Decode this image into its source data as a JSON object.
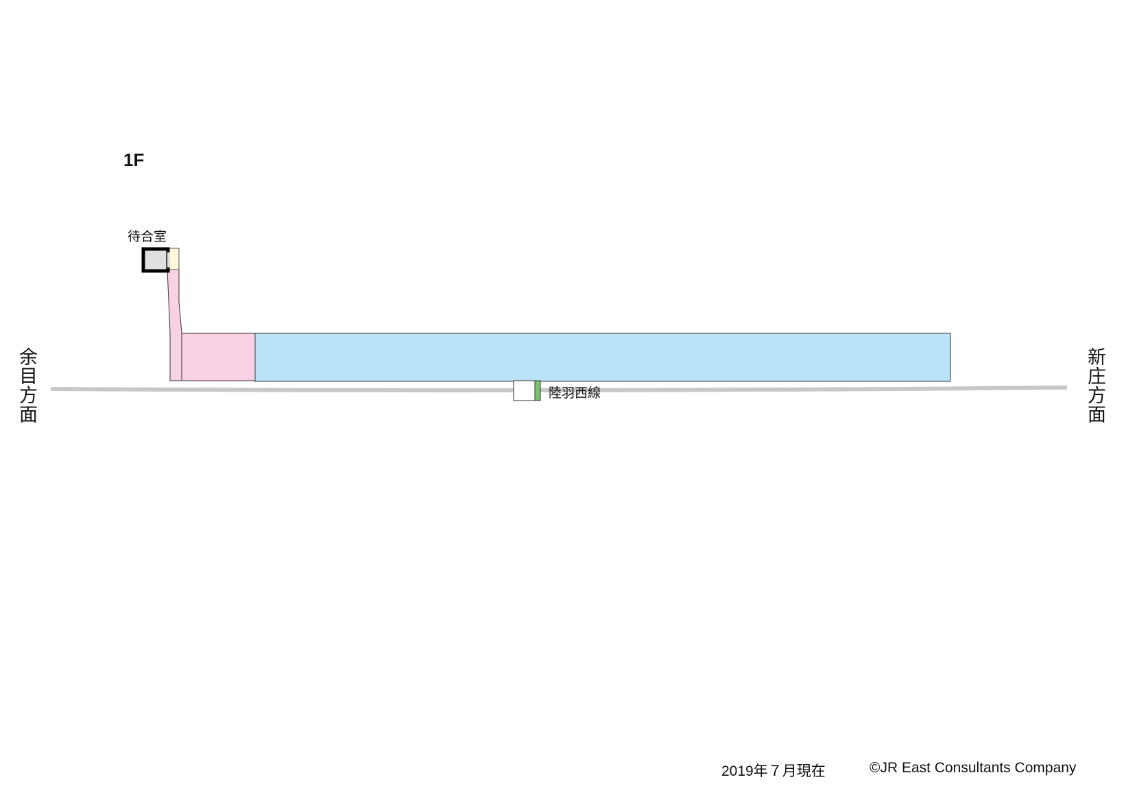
{
  "floor": {
    "label": "1F"
  },
  "rooms": {
    "waiting_room": {
      "label": "待合室"
    }
  },
  "directions": {
    "left": "余目方面",
    "right": "新庄方面"
  },
  "track": {
    "label": "陸羽西線",
    "line_color": "#7cc070"
  },
  "colors": {
    "platform": "#bbe3f8",
    "passage": "#f8d2e4",
    "entrance": "#fdf8d8",
    "waiting_room_fill": "#e0e0e0",
    "track": "#c8c8c8"
  },
  "footer": {
    "date": "2019年７月現在",
    "copyright": "©JR East Consultants Company"
  }
}
